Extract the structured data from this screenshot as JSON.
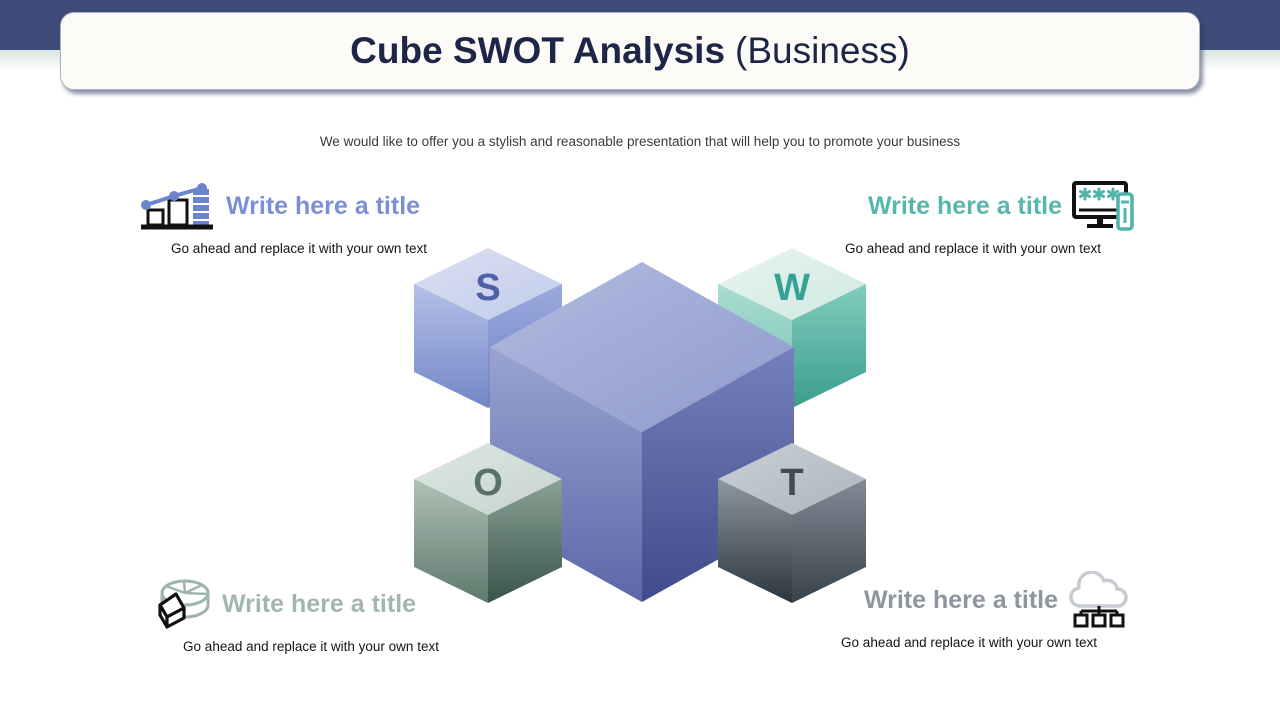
{
  "header": {
    "bar_color": "#3F4B79",
    "title_bold": "Cube SWOT Analysis",
    "title_regular": "(Business)"
  },
  "intro": "We would like to offer you a stylish and reasonable presentation that will help you to promote your business",
  "quadrants": [
    {
      "id": "strengths",
      "letter": "S",
      "accent": "#7B8FD6",
      "icon": "bar-chart-icon",
      "title": "Write here a title",
      "description": "Go ahead and replace it with your own text"
    },
    {
      "id": "weaknesses",
      "letter": "W",
      "accent": "#56B7AC",
      "icon": "monitor-password-icon",
      "title": "Write here a title",
      "description": "Go ahead and replace it with your own text"
    },
    {
      "id": "opportunities",
      "letter": "O",
      "accent": "#A3B5B0",
      "icon": "pie-chart-icon",
      "title": "Write here a title",
      "description": "Go ahead and replace it with your own text"
    },
    {
      "id": "threats",
      "letter": "T",
      "accent": "#8D959E",
      "icon": "cloud-network-icon",
      "title": "Write here a title",
      "description": "Go ahead and replace it with your own text"
    }
  ],
  "cube_letters": {
    "s": "S",
    "w": "W",
    "o": "O",
    "t": "T"
  },
  "cube_colors": {
    "center_accent": "#5C68A8",
    "s_letter": "#4E60A6",
    "w_letter": "#35A295",
    "o_letter": "#5A716B",
    "t_letter": "#424B55"
  }
}
